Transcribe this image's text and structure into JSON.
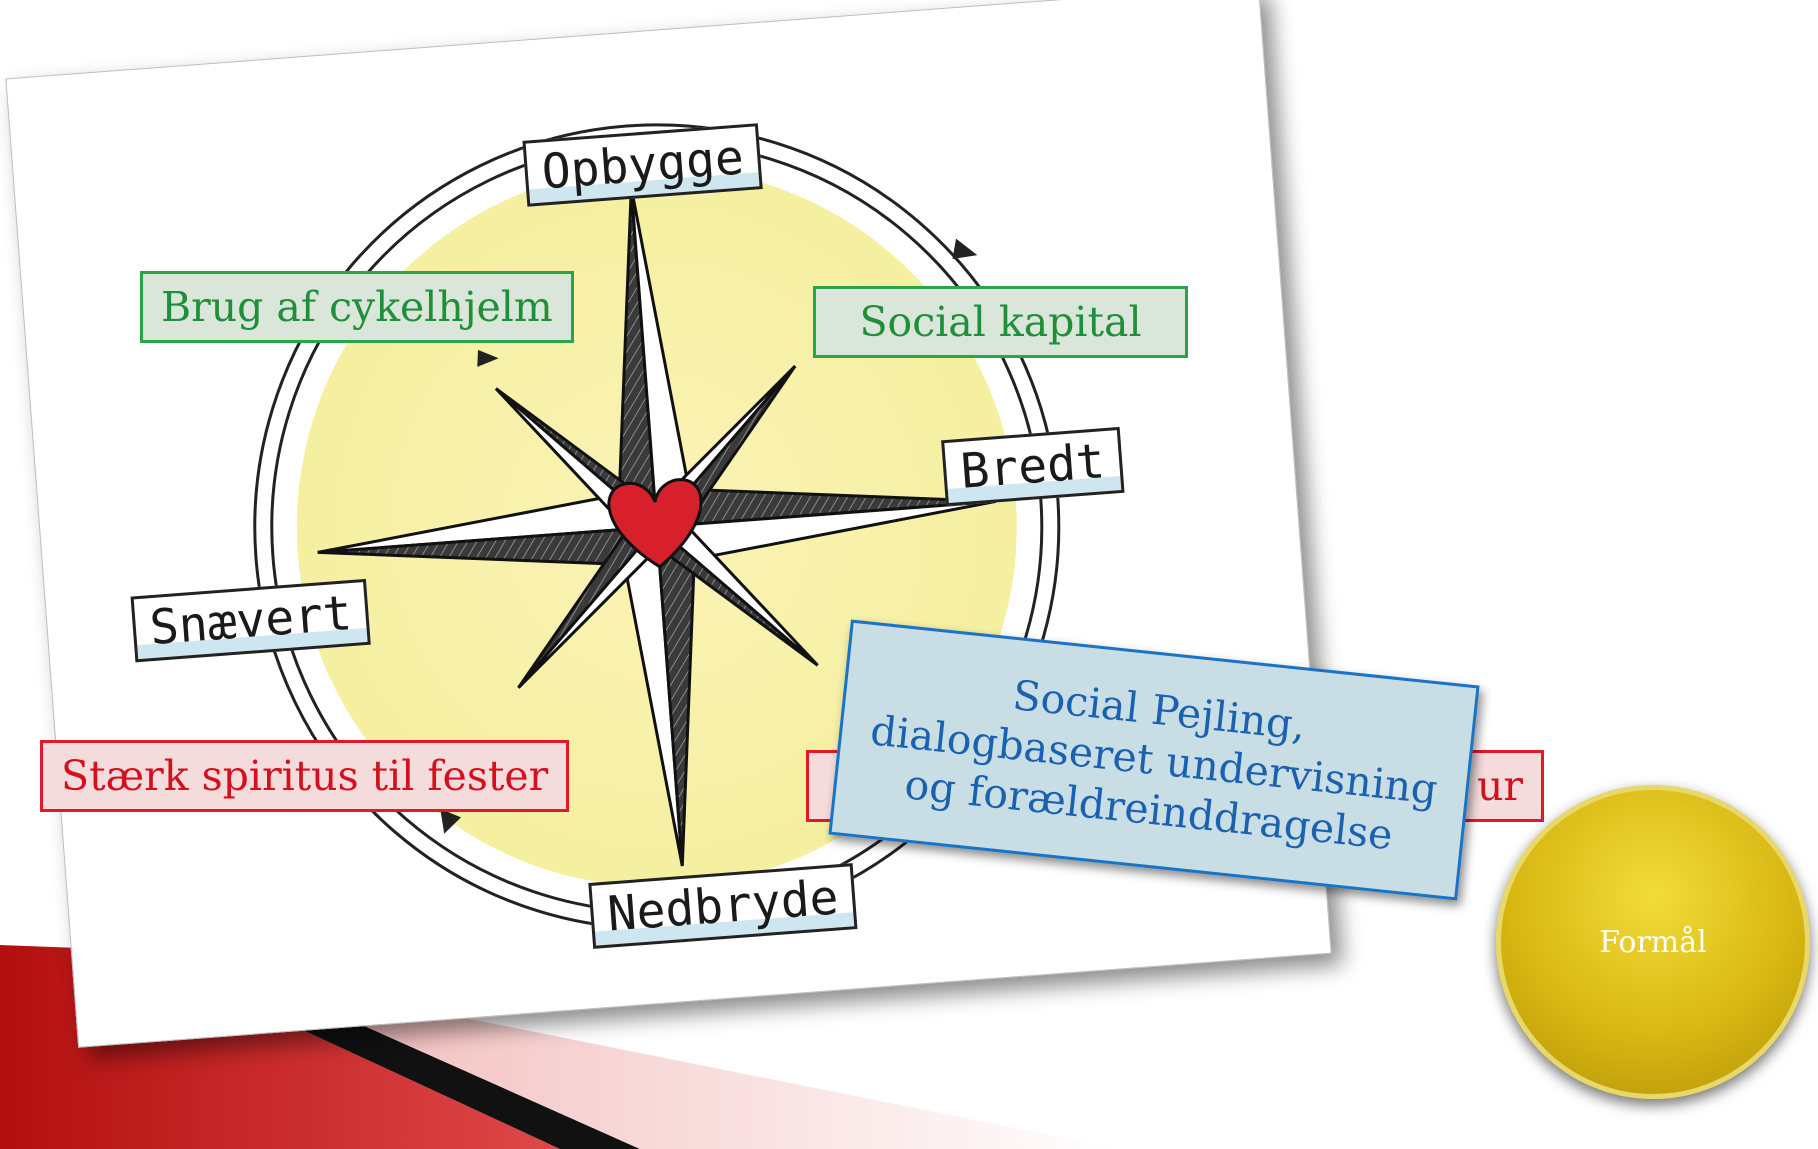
{
  "compass": {
    "top_label": "Opbygge",
    "right_label": "Bredt",
    "left_label": "Snævert",
    "bottom_label": "Nedbryde"
  },
  "green_boxes": {
    "top_left": "Brug af cykelhjelm",
    "top_right": "Social kapital"
  },
  "red_boxes": {
    "bottom_left": "Stærk spiritus  til fester",
    "bottom_right_visible_suffix": "ur"
  },
  "overlay": {
    "line1": "Social Pejling,",
    "line2": "dialogbaseret undervisning",
    "line3": "og forældreinddragelse"
  },
  "purpose_button": {
    "label": "Formål"
  },
  "colors": {
    "green": "#2aa34a",
    "red": "#e2182a",
    "blue": "#1a74c6",
    "gold": "#d8b712"
  }
}
